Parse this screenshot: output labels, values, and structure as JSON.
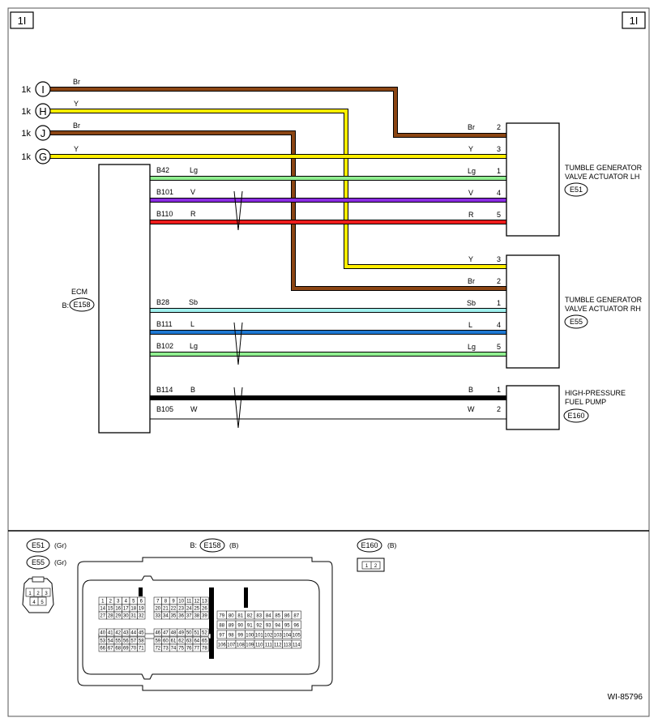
{
  "page": {
    "tag_left": "1I",
    "tag_right": "1I",
    "figure_id": "WI-85796"
  },
  "colors": {
    "Br": "#8b4513",
    "Y": "#ffee00",
    "Lg": "#90ee90",
    "V": "#8a2be2",
    "R": "#ee1c1c",
    "Sb": "#9ff0ee",
    "L": "#1e78d2",
    "B": "#000000",
    "W": "#ffffff"
  },
  "connectors_left": [
    {
      "prefix": "1k",
      "letter": "I"
    },
    {
      "prefix": "1k",
      "letter": "H"
    },
    {
      "prefix": "1k",
      "letter": "J"
    },
    {
      "prefix": "1k",
      "letter": "G"
    }
  ],
  "ecm": {
    "title": "ECM",
    "connector_prefix": "B:",
    "connector_id": "E158"
  },
  "wires": [
    {
      "left_code": "",
      "left_color": "Br",
      "right_color": "Br",
      "pin": "2",
      "color": "Br"
    },
    {
      "left_code": "",
      "left_color": "Y",
      "right_color": "Y",
      "pin": "3",
      "color": "Y"
    },
    {
      "left_code": "",
      "left_color": "Br",
      "right_color": "Br",
      "pin": "2",
      "color": "Br"
    },
    {
      "left_code": "",
      "left_color": "Y",
      "right_color": "Y",
      "pin": "3",
      "color": "Y"
    },
    {
      "left_code": "B42",
      "left_color": "Lg",
      "right_color": "Lg",
      "pin": "1",
      "color": "Lg"
    },
    {
      "left_code": "B101",
      "left_color": "V",
      "right_color": "V",
      "pin": "4",
      "color": "V"
    },
    {
      "left_code": "B110",
      "left_color": "R",
      "right_color": "R",
      "pin": "5",
      "color": "R"
    },
    {
      "left_code": "B28",
      "left_color": "Sb",
      "right_color": "Sb",
      "pin": "1",
      "color": "Sb"
    },
    {
      "left_code": "B111",
      "left_color": "L",
      "right_color": "L",
      "pin": "4",
      "color": "L"
    },
    {
      "left_code": "B102",
      "left_color": "Lg",
      "right_color": "Lg",
      "pin": "5",
      "color": "Lg"
    },
    {
      "left_code": "B114",
      "left_color": "B",
      "right_color": "B",
      "pin": "1",
      "color": "B"
    },
    {
      "left_code": "B105",
      "left_color": "W",
      "right_color": "W",
      "pin": "2",
      "color": "W"
    }
  ],
  "components": [
    {
      "name_line1": "TUMBLE GENERATOR",
      "name_line2": "VALVE ACTUATOR LH",
      "id": "E51"
    },
    {
      "name_line1": "TUMBLE GENERATOR",
      "name_line2": "VALVE ACTUATOR RH",
      "id": "E55"
    },
    {
      "name_line1": "HIGH-PRESSURE",
      "name_line2": "FUEL PUMP",
      "id": "E160"
    }
  ],
  "legend": {
    "e51": {
      "id": "E51",
      "color": "(Gr)"
    },
    "e55": {
      "id": "E55",
      "color": "(Gr)"
    },
    "small_pins": [
      "1",
      "2",
      "3",
      "4",
      "5"
    ],
    "e158": {
      "prefix": "B:",
      "id": "E158",
      "color": "(B)"
    },
    "e160": {
      "id": "E160",
      "color": "(B)",
      "pins": [
        "1",
        "2"
      ]
    },
    "block1_rows": [
      [
        "1",
        "2",
        "3",
        "4",
        "5",
        "6"
      ],
      [
        "14",
        "15",
        "16",
        "17",
        "18",
        "19"
      ],
      [
        "27",
        "28",
        "29",
        "30",
        "31",
        "32"
      ],
      [
        "40",
        "41",
        "42",
        "43",
        "44",
        "45"
      ],
      [
        "53",
        "54",
        "55",
        "56",
        "57",
        "58"
      ],
      [
        "66",
        "67",
        "68",
        "69",
        "70",
        "71"
      ]
    ],
    "block2_rows": [
      [
        "7",
        "8",
        "9",
        "10",
        "11",
        "12",
        "13"
      ],
      [
        "20",
        "21",
        "22",
        "23",
        "24",
        "25",
        "26"
      ],
      [
        "33",
        "34",
        "35",
        "36",
        "37",
        "38",
        "39"
      ],
      [
        "46",
        "47",
        "48",
        "49",
        "50",
        "51",
        "52"
      ],
      [
        "59",
        "60",
        "61",
        "62",
        "63",
        "64",
        "65"
      ],
      [
        "72",
        "73",
        "74",
        "75",
        "76",
        "77",
        "78"
      ]
    ],
    "block3_rows": [
      [
        "79",
        "80",
        "81",
        "82",
        "83",
        "84",
        "85",
        "86",
        "87"
      ],
      [
        "88",
        "89",
        "90",
        "91",
        "92",
        "93",
        "94",
        "95",
        "96"
      ],
      [
        "97",
        "98",
        "99",
        "100",
        "101",
        "102",
        "103",
        "104",
        "105"
      ],
      [
        "106",
        "107",
        "108",
        "109",
        "110",
        "111",
        "112",
        "113",
        "114"
      ]
    ]
  }
}
